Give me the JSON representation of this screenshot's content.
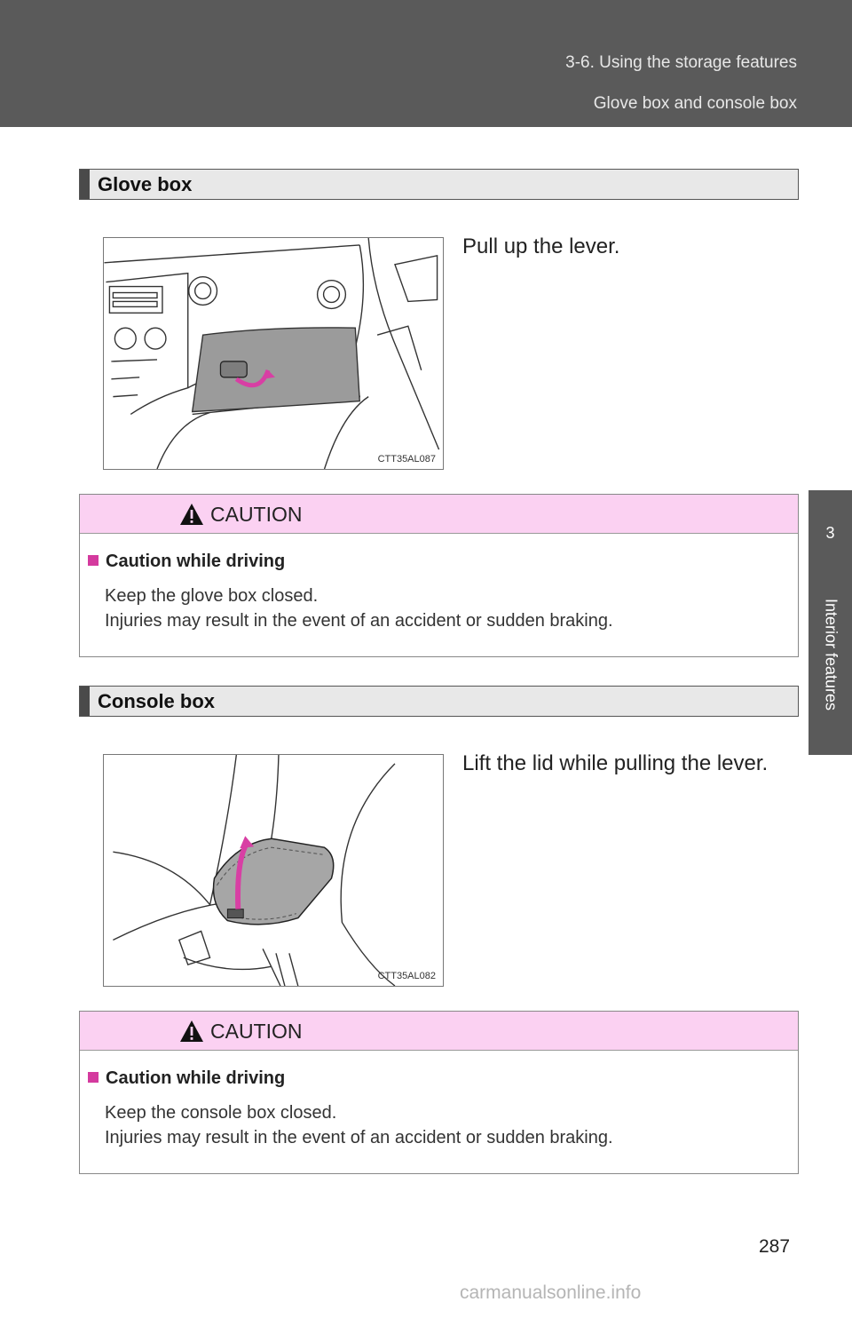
{
  "header": {
    "crumb": "3-6. Using the storage features",
    "subtitle": "Glove box and console box"
  },
  "side_tab": {
    "chapter_number": "3",
    "chapter_label": "Interior features"
  },
  "sections": [
    {
      "title": "Glove box",
      "instruction": "Pull up the lever.",
      "figure_code": "CTT35AL087",
      "caution": {
        "label": "CAUTION",
        "subheading": "Caution while driving",
        "lines": [
          "Keep the glove box closed.",
          "Injuries may result in the event of an accident or sudden braking."
        ]
      }
    },
    {
      "title": "Console box",
      "instruction": "Lift the lid while pulling the lever.",
      "figure_code": "CTT35AL082",
      "caution": {
        "label": "CAUTION",
        "subheading": "Caution while driving",
        "lines": [
          "Keep the console box closed.",
          "Injuries may result in the event of an accident or sudden braking."
        ]
      }
    }
  ],
  "page_number": "287",
  "watermark": "carmanualsonline.info",
  "colors": {
    "header_bg": "#5a5a5a",
    "caution_header_bg": "#fbd1f2",
    "bullet": "#d43a9e",
    "arrow": "#d83fa4"
  }
}
